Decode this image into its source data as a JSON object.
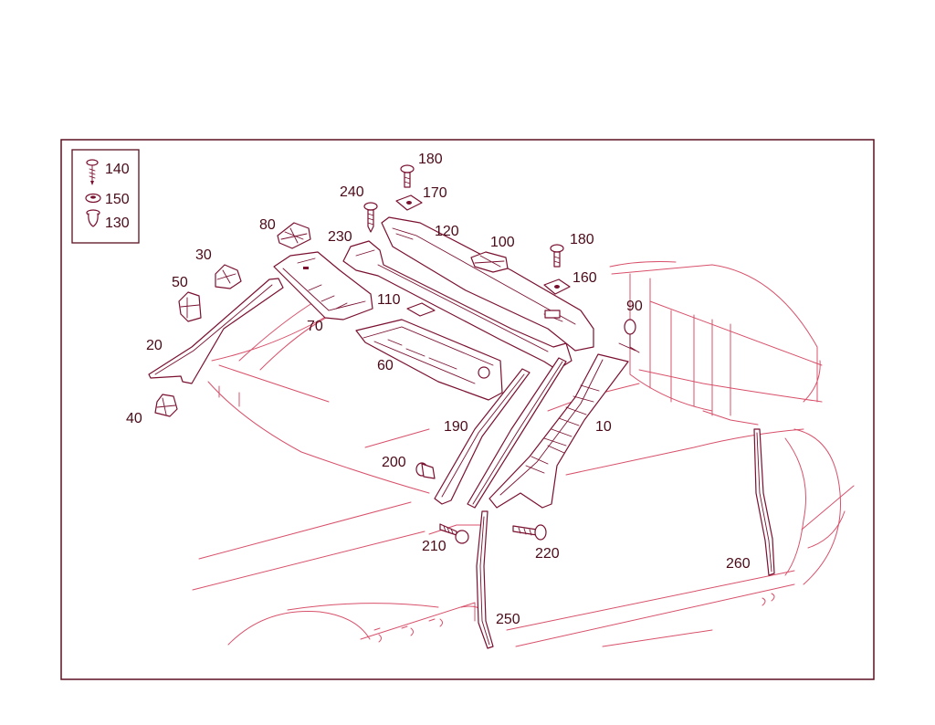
{
  "legend": [
    {
      "number": "140",
      "icon": "screw-icon"
    },
    {
      "number": "150",
      "icon": "washer-icon"
    },
    {
      "number": "130",
      "icon": "expanding-nut-icon"
    }
  ],
  "callouts": {
    "p10": "10",
    "p20": "20",
    "p30": "30",
    "p40": "40",
    "p50": "50",
    "p60": "60",
    "p70": "70",
    "p80": "80",
    "p90": "90",
    "p100": "100",
    "p110": "110",
    "p120": "120",
    "p160": "160",
    "p170": "170",
    "p180a": "180",
    "p180b": "180",
    "p190": "190",
    "p200": "200",
    "p210": "210",
    "p220": "220",
    "p230": "230",
    "p240": "240",
    "p250": "250",
    "p260": "260"
  },
  "colors": {
    "frame": "#5a1020",
    "parts": "#7a1030",
    "body_outline": "#d8506a",
    "labels": "#4a0a18"
  }
}
